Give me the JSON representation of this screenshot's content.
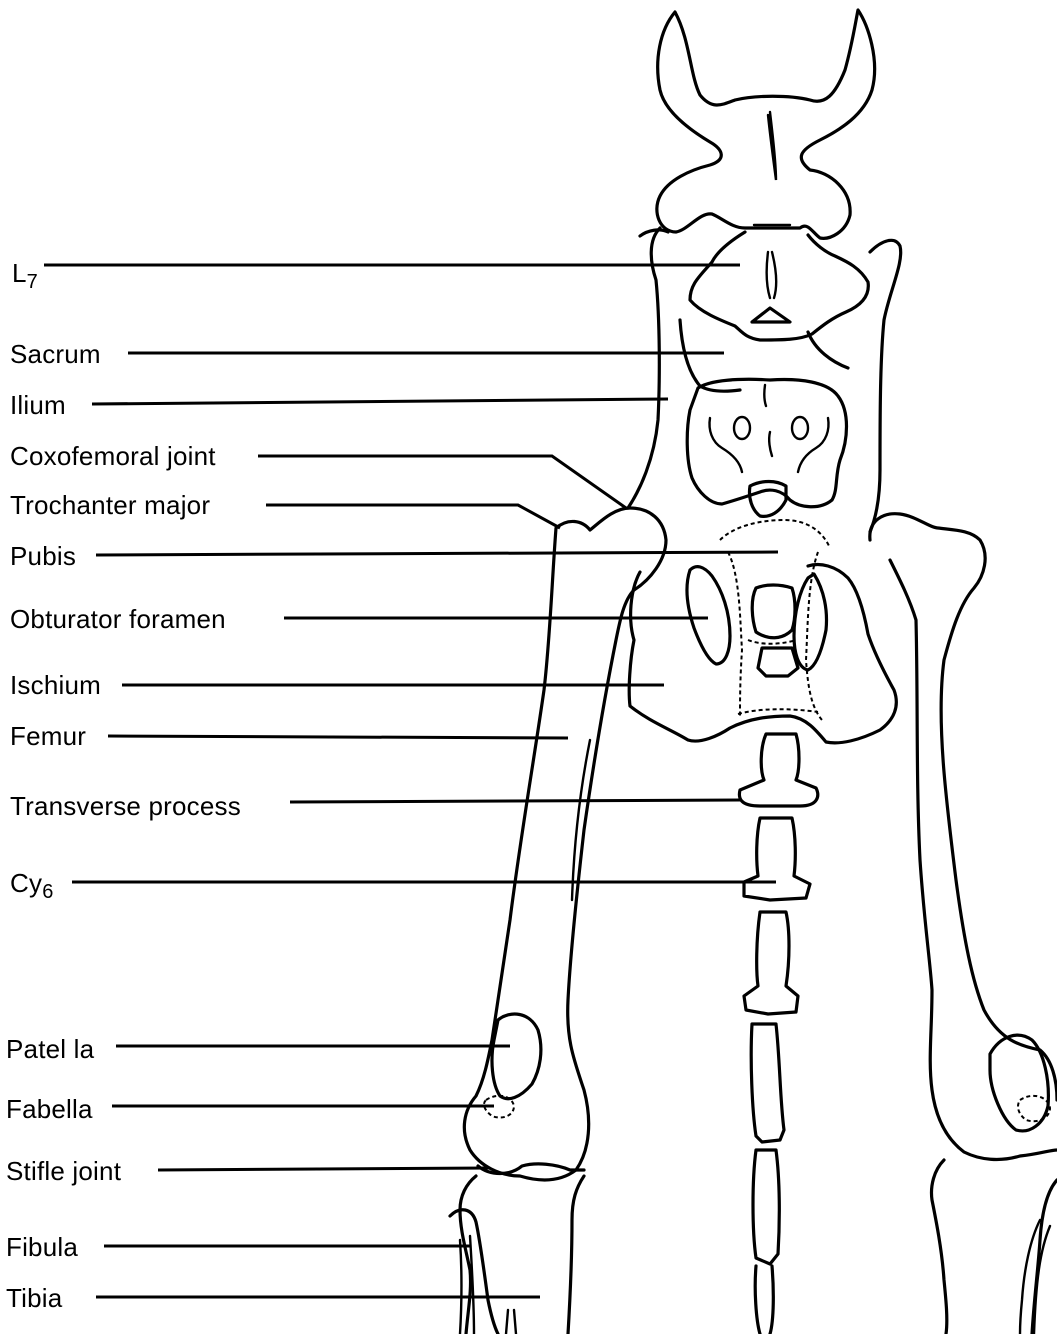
{
  "labels": {
    "l7": {
      "main": "L",
      "sub": "7"
    },
    "sacrum": "Sacrum",
    "ilium": "Ilium",
    "coxofemoral": "Coxofemoral joint",
    "trochanter": "Trochanter major",
    "pubis": "Pubis",
    "obturator": "Obturator foramen",
    "ischium": "Ischium",
    "femur": "Femur",
    "transverse": "Transverse process",
    "cy6": {
      "main": "Cy",
      "sub": "6"
    },
    "patella": "Patel la",
    "fabella": "Fabella",
    "stifle": "Stifle joint",
    "fibula": "Fibula",
    "tibia": "Tibia"
  }
}
